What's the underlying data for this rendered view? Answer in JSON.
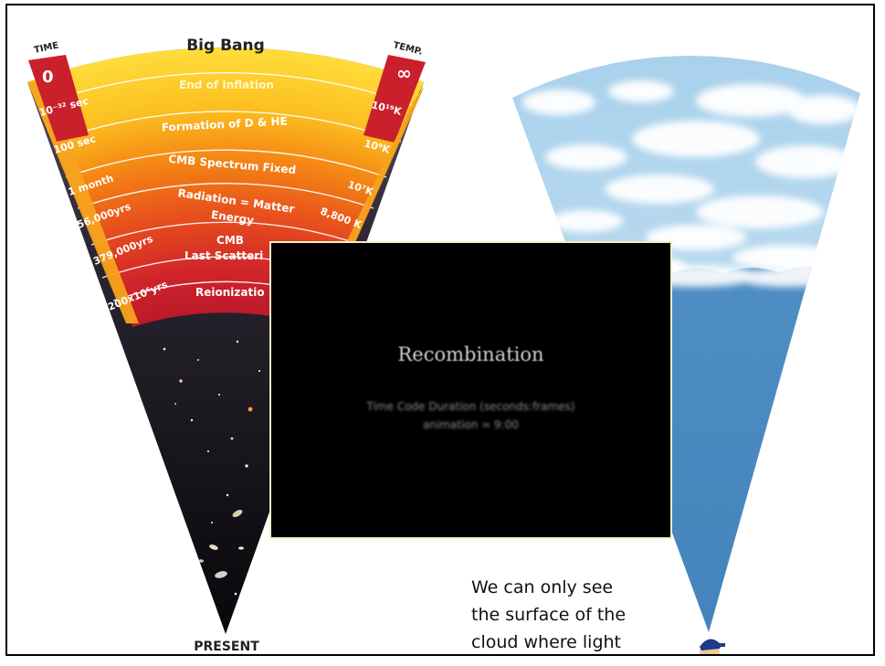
{
  "cone": {
    "top_label": "Big Bang",
    "bottom_label": "PRESENT",
    "time_header": "TIME",
    "temp_header": "TEMP.",
    "time_start": "0",
    "temp_start": "∞",
    "eras": [
      {
        "name_1": "End of Inflation",
        "name_2": "",
        "time": "10⁻³² sec",
        "temp": "10¹⁹K"
      },
      {
        "name_1": "Formation of D & HE",
        "name_2": "",
        "time": "100 sec",
        "temp": "10⁹K"
      },
      {
        "name_1": "CMB Spectrum Fixed",
        "name_2": "",
        "time": "1 month",
        "temp": "10⁷K"
      },
      {
        "name_1": "Radiation = Matter",
        "name_2": "Energy",
        "time": "56,000yrs",
        "temp": "8,800 K"
      },
      {
        "name_1": "CMB",
        "name_2": "Last Scatteri",
        "time": "379,000yrs",
        "temp": ""
      },
      {
        "name_1": "Reionizatio",
        "name_2": "",
        "time": "200x10⁶yrs",
        "temp": ""
      }
    ]
  },
  "video": {
    "title": "Recombination",
    "line1": "Time Code Duration (seconds:frames)",
    "line2": "animation = 9:00"
  },
  "caption": {
    "line1": "We can only see",
    "line2": "the surface of the",
    "line3": "cloud where light"
  }
}
